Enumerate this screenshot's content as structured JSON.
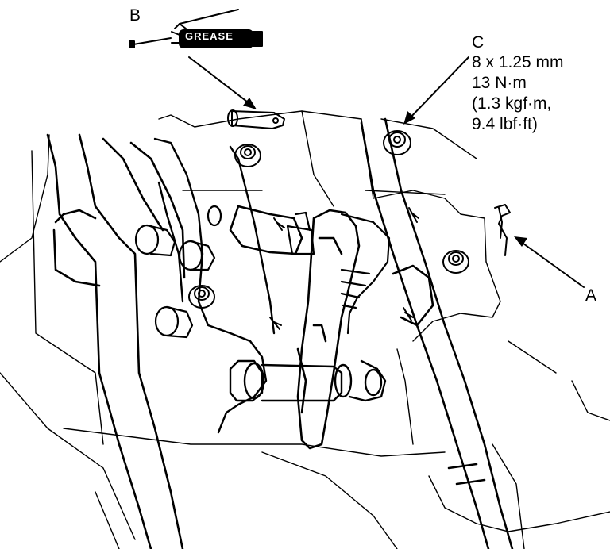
{
  "callouts": {
    "a": "A",
    "b": "B",
    "c": "C"
  },
  "grease_label": "GREASE",
  "torque_spec": {
    "bolt_size": "8 x 1.25 mm",
    "torque_nm": "13 N·m",
    "torque_kgfm": "(1.3 kgf·m,",
    "torque_lbfft": "9.4 lbf·ft)"
  }
}
